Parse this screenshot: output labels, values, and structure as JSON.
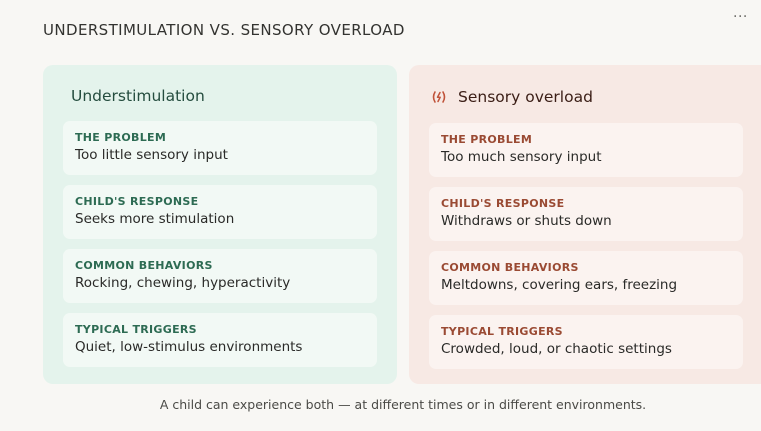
{
  "page_title": "UNDERSTIMULATION VS. SENSORY OVERLOAD",
  "more_menu": "···",
  "left": {
    "heading": "Understimulation",
    "cards": [
      {
        "label": "THE PROBLEM",
        "text": "Too little sensory input"
      },
      {
        "label": "CHILD'S RESPONSE",
        "text": "Seeks more stimulation"
      },
      {
        "label": "COMMON BEHAVIORS",
        "text": "Rocking, chewing, hyperactivity"
      },
      {
        "label": "TYPICAL TRIGGERS",
        "text": "Quiet, low-stimulus environments"
      }
    ]
  },
  "right": {
    "heading": "Sensory overload",
    "cards": [
      {
        "label": "THE PROBLEM",
        "text": "Too much sensory input"
      },
      {
        "label": "CHILD'S RESPONSE",
        "text": "Withdraws or shuts down"
      },
      {
        "label": "COMMON BEHAVIORS",
        "text": "Meltdowns, covering ears, freezing"
      },
      {
        "label": "TYPICAL TRIGGERS",
        "text": "Crowded, loud, or chaotic settings"
      }
    ]
  },
  "footer": "A child can experience both — at different times or in different environments.",
  "colors": {
    "left_panel": "#e4f3ec",
    "right_panel": "#f7e9e4",
    "left_accent": "#2d6b53",
    "right_accent": "#9a4a33"
  },
  "icons": {
    "right_heading": "overload-signal-icon"
  }
}
